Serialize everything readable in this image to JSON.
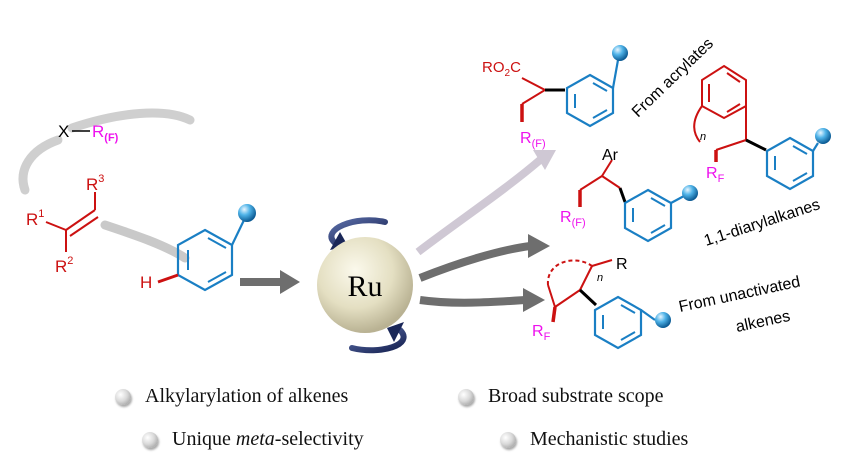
{
  "reagents": {
    "x_label": "X",
    "rf_label": "R",
    "rf_sub": "(F)",
    "r1": "R",
    "r1_sup": "1",
    "r2": "R",
    "r2_sup": "2",
    "r3": "R",
    "r3_sup": "3",
    "h_label": "H"
  },
  "catalyst": {
    "label": "Ru"
  },
  "products": {
    "acrylates": {
      "caption": "From acrylates",
      "ester": "RO",
      "ester_sub": "2",
      "ester_tail": "C",
      "rf": "R",
      "rf_sub": "(F)"
    },
    "diarylalkanes": {
      "caption": "1,1-diarylalkanes",
      "ar": "Ar",
      "rf": "R",
      "rf_sub": "(F)"
    },
    "indane": {
      "n": "n",
      "rf": "R",
      "rf_sub": "F"
    },
    "unactivated": {
      "caption_line1": "From unactivated",
      "caption_line2": "alkenes",
      "r": "R",
      "n": "n",
      "rf": "R",
      "rf_sub": "F"
    }
  },
  "highlights": [
    {
      "text": "Alkylarylation of alkenes",
      "pre": "",
      "em": "",
      "post": ""
    },
    {
      "text": "Broad substrate scope",
      "pre": "",
      "em": "",
      "post": ""
    },
    {
      "text": "",
      "pre": "Unique ",
      "em": "meta",
      "post": "-selectivity"
    },
    {
      "text": "Mechanistic studies",
      "pre": "",
      "em": "",
      "post": ""
    }
  ],
  "colors": {
    "red": "#cc1111",
    "magenta": "#ee11ee",
    "blue": "#1a7fc4",
    "arrow_gray": "#6e6e6e",
    "arrow_light": "#c8c2cc"
  }
}
